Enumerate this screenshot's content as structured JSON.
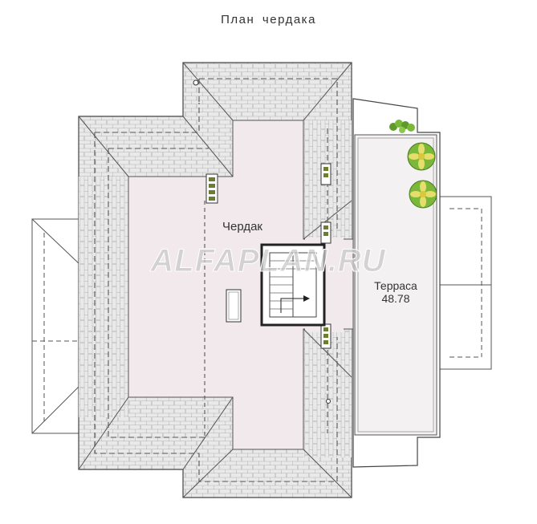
{
  "title": "План чердака",
  "rooms": {
    "attic": {
      "name": "Чердак"
    },
    "terrace": {
      "name": "Терраса",
      "area": "48.78"
    }
  },
  "watermark": "ALFAPLAN.RU",
  "colors": {
    "floor": "#f1e9eb",
    "roof_tile": "#e8e8e8",
    "wall": "#4a4a4a",
    "dashed_line": "#555555",
    "terrace_floor": "#f4f1f2",
    "plant_green": "#7ab83a",
    "flower_yellow": "#d8c93a",
    "watermark": "#c8c8c8"
  },
  "icons": [
    "chimney-vent-icon",
    "stair-icon",
    "hatch-icon",
    "plant-icon"
  ]
}
